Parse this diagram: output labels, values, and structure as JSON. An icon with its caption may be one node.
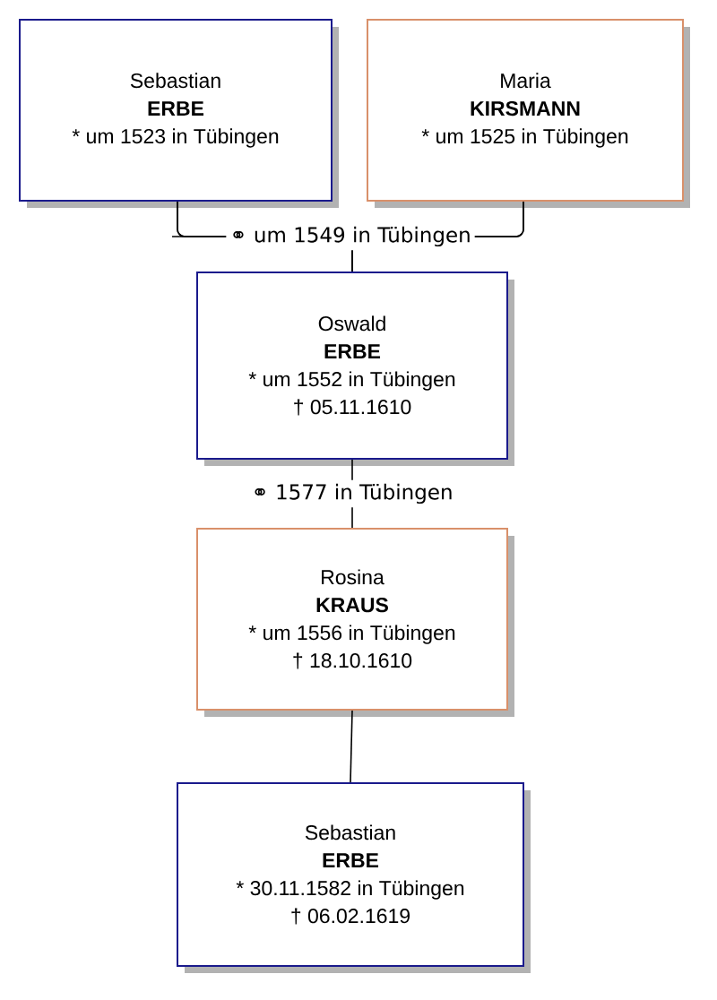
{
  "diagram": {
    "nodes": [
      {
        "text": [
          "Sebastian",
          "ERBE",
          "* um 1523 in Tübingen"
        ]
      },
      {
        "text": [
          "Maria",
          "KIRSMANN",
          "* um 1525 in Tübingen"
        ]
      },
      {
        "text": [
          "Oswald",
          "ERBE",
          "* um 1552 in Tübingen",
          "† 05.11.1610"
        ]
      },
      {
        "text": [
          "Rosina",
          "KRAUS",
          "* um 1556 in Tübingen",
          "† 18.10.1610"
        ]
      },
      {
        "text": [
          "Sebastian",
          "ERBE",
          "* 30.11.1582 in Tübingen",
          "† 06.02.1619"
        ]
      }
    ],
    "edges": [
      {
        "from": 0,
        "to": 1,
        "arrow": "none",
        "label": "⚭ um 1549 in Tübingen"
      },
      {
        "from": 0,
        "to": 2,
        "arrow": "none"
      },
      {
        "from": 1,
        "to": 2,
        "arrow": "none"
      },
      {
        "from": 2,
        "to": 3,
        "arrow": "none",
        "label": "⚭ 1577 in Tübingen"
      },
      {
        "from": 3,
        "to": 4,
        "arrow": "none"
      }
    ]
  }
}
